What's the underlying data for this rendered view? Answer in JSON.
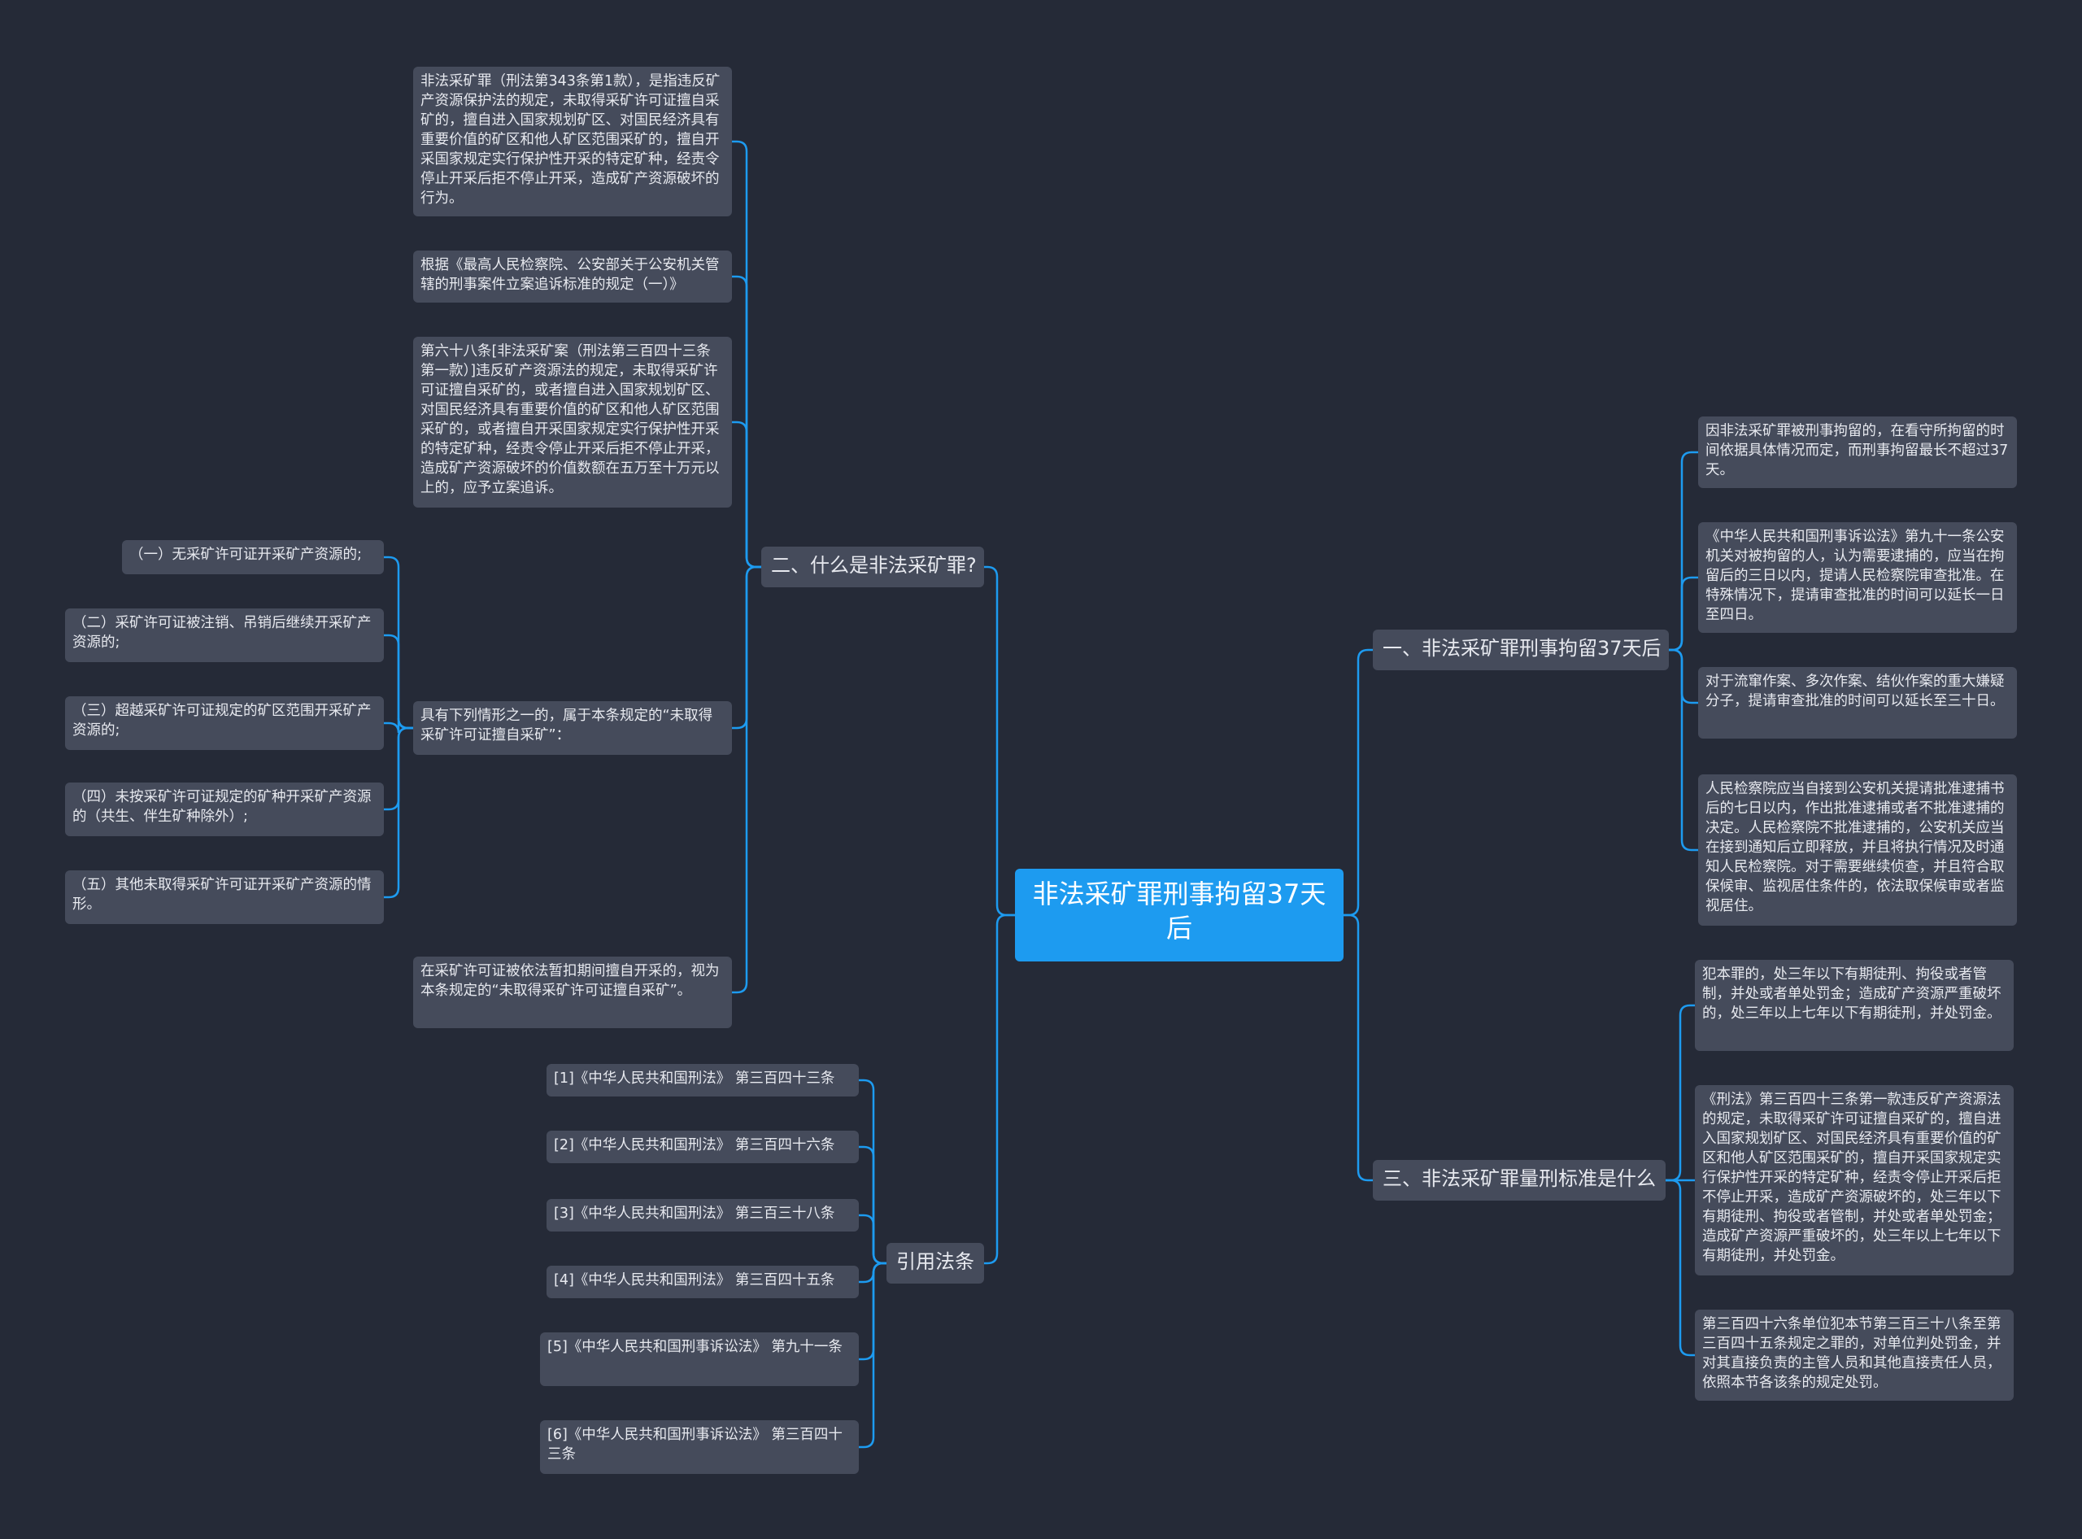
{
  "root": "非法采矿罪刑事拘留37天后",
  "branches": {
    "b1": "一、非法采矿罪刑事拘留37天后",
    "b2": "二、什么是非法采矿罪?",
    "b3": "三、非法采矿罪量刑标准是什么",
    "b4": "引用法条"
  },
  "b1_items": [
    "因非法采矿罪被刑事拘留的，在看守所拘留的时间依据具体情况而定，而刑事拘留最长不超过37天。",
    "《中华人民共和国刑事诉讼法》第九十一条公安机关对被拘留的人，认为需要逮捕的，应当在拘留后的三日以内，提请人民检察院审查批准。在特殊情况下，提请审查批准的时间可以延长一日至四日。",
    "对于流窜作案、多次作案、结伙作案的重大嫌疑分子，提请审查批准的时间可以延长至三十日。",
    "人民检察院应当自接到公安机关提请批准逮捕书后的七日以内，作出批准逮捕或者不批准逮捕的决定。人民检察院不批准逮捕的，公安机关应当在接到通知后立即释放，并且将执行情况及时通知人民检察院。对于需要继续侦查，并且符合取保候审、监视居住条件的，依法取保候审或者监视居住。"
  ],
  "b2_items": [
    "非法采矿罪（刑法第343条第1款），是指违反矿产资源保护法的规定，未取得采矿许可证擅自采矿的，擅自进入国家规划矿区、对国民经济具有重要价值的矿区和他人矿区范围采矿的，擅自开采国家规定实行保护性开采的特定矿种，经责令停止开采后拒不停止开采，造成矿产资源破坏的行为。",
    "根据《最高人民检察院、公安部关于公安机关管辖的刑事案件立案追诉标准的规定（一）》",
    "第六十八条[非法采矿案（刑法第三百四十三条第一款）]违反矿产资源法的规定，未取得采矿许可证擅自采矿的，或者擅自进入国家规划矿区、对国民经济具有重要价值的矿区和他人矿区范围采矿的，或者擅自开采国家规定实行保护性开采的特定矿种，经责令停止开采后拒不停止开采，造成矿产资源破坏的价值数额在五万至十万元以上的，应予立案追诉。",
    "具有下列情形之一的，属于本条规定的“未取得采矿许可证擅自采矿”：",
    "在采矿许可证被依法暂扣期间擅自开采的，视为本条规定的“未取得采矿许可证擅自采矿”。"
  ],
  "b2_sub": [
    "（一）无采矿许可证开采矿产资源的;",
    "（二）采矿许可证被注销、吊销后继续开采矿产资源的;",
    "（三）超越采矿许可证规定的矿区范围开采矿产资源的;",
    "（四）未按采矿许可证规定的矿种开采矿产资源的（共生、伴生矿种除外）;",
    "（五）其他未取得采矿许可证开采矿产资源的情形。"
  ],
  "b3_items": [
    "犯本罪的，处三年以下有期徒刑、拘役或者管制，并处或者单处罚金；造成矿产资源严重破坏的，处三年以上七年以下有期徒刑，并处罚金。",
    "《刑法》第三百四十三条第一款违反矿产资源法的规定，未取得采矿许可证擅自采矿的，擅自进入国家规划矿区、对国民经济具有重要价值的矿区和他人矿区范围采矿的，擅自开采国家规定实行保护性开采的特定矿种，经责令停止开采后拒不停止开采，造成矿产资源破坏的，处三年以下有期徒刑、拘役或者管制，并处或者单处罚金；造成矿产资源严重破坏的，处三年以上七年以下有期徒刑，并处罚金。",
    "第三百四十六条单位犯本节第三百三十八条至第三百四十五条规定之罪的，对单位判处罚金，并对其直接负责的主管人员和其他直接责任人员，依照本节各该条的规定处罚。"
  ],
  "b4_items": [
    "[1]《中华人民共和国刑法》 第三百四十三条",
    "[2]《中华人民共和国刑法》 第三百四十六条",
    "[3]《中华人民共和国刑法》 第三百三十八条",
    "[4]《中华人民共和国刑法》 第三百四十五条",
    "[5]《中华人民共和国刑事诉讼法》 第九十一条",
    "[6]《中华人民共和国刑事诉讼法》 第三百四十三条"
  ],
  "colors": {
    "background": "#252a37",
    "node": "#454b5b",
    "root": "#1d9bf0",
    "connector": "#1d9bf0"
  }
}
